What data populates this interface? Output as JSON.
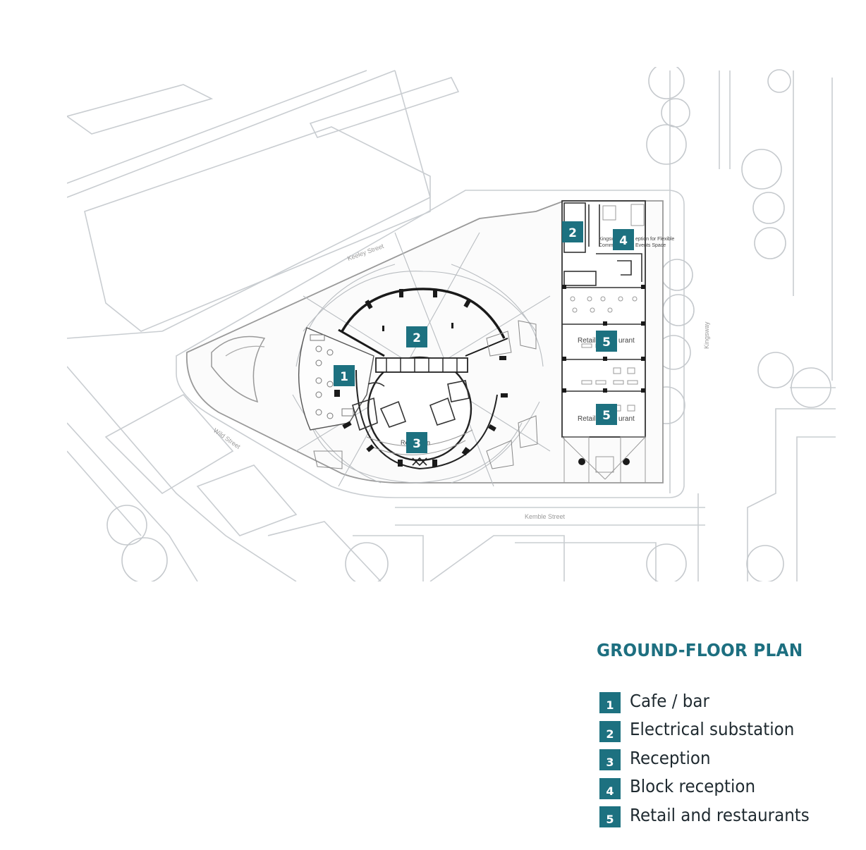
{
  "title": "GROUND-FLOOR PLAN",
  "colors": {
    "accent": "#1d7180",
    "title": "#1d6f80",
    "label": "#1f2a30",
    "plan_line": "#c9cdd1",
    "plan_dark": "#1a1a1a"
  },
  "legend": [
    {
      "number": "1",
      "label": "Cafe / bar"
    },
    {
      "number": "2",
      "label": "Electrical substation"
    },
    {
      "number": "3",
      "label": "Reception"
    },
    {
      "number": "4",
      "label": "Block reception"
    },
    {
      "number": "5",
      "label": "Retail and restaurants"
    }
  ],
  "plan": {
    "markers": [
      "1",
      "2",
      "3",
      "2",
      "4",
      "5",
      "5"
    ],
    "street_labels": [
      "Keeley Street",
      "Kemble Street",
      "Wild Street",
      "Kingsway"
    ],
    "room_labels": [
      "Retail",
      "urant",
      "Retail",
      "urant",
      "Re",
      "n",
      "Kingsw",
      "eption for Flexible",
      "Comm",
      "Events Space"
    ]
  }
}
